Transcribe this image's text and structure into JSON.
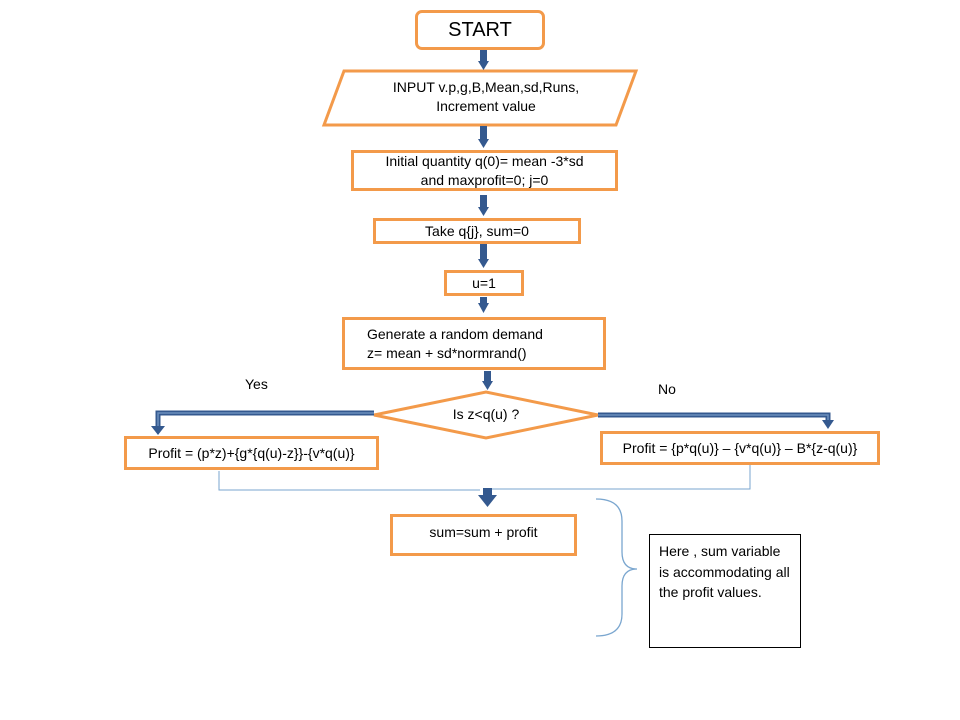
{
  "colors": {
    "node_border": "#f39a4a",
    "arrow": "#34598f",
    "connector": "#7aa6cf"
  },
  "start": {
    "label": "START"
  },
  "input": {
    "line1": "INPUT v.p,g,B,Mean,sd,Runs,",
    "line2": "Increment  value"
  },
  "init": {
    "line1": "Initial quantity q(0)= mean -3*sd",
    "line2": "and maxprofit=0; j=0"
  },
  "take": {
    "label": "Take q{j},  sum=0"
  },
  "u_init": {
    "label": "u=1"
  },
  "generate": {
    "line1": "Generate  a random demand",
    "line2": "z= mean + sd*normrand()"
  },
  "decision": {
    "label": "Is z<q(u)  ?"
  },
  "yes_label": "Yes",
  "no_label": "No",
  "profit_yes": {
    "label": "Profit = (p*z)+{g*{q(u)-z}}-{v*q(u)}"
  },
  "profit_no": {
    "label": "Profit = {p*q(u)}  – {v*q(u)}  – B*{z-q(u)}"
  },
  "sum_update": {
    "label": "sum=sum + profit"
  },
  "note": {
    "text": "Here , sum variable is accommodating all the profit values."
  }
}
